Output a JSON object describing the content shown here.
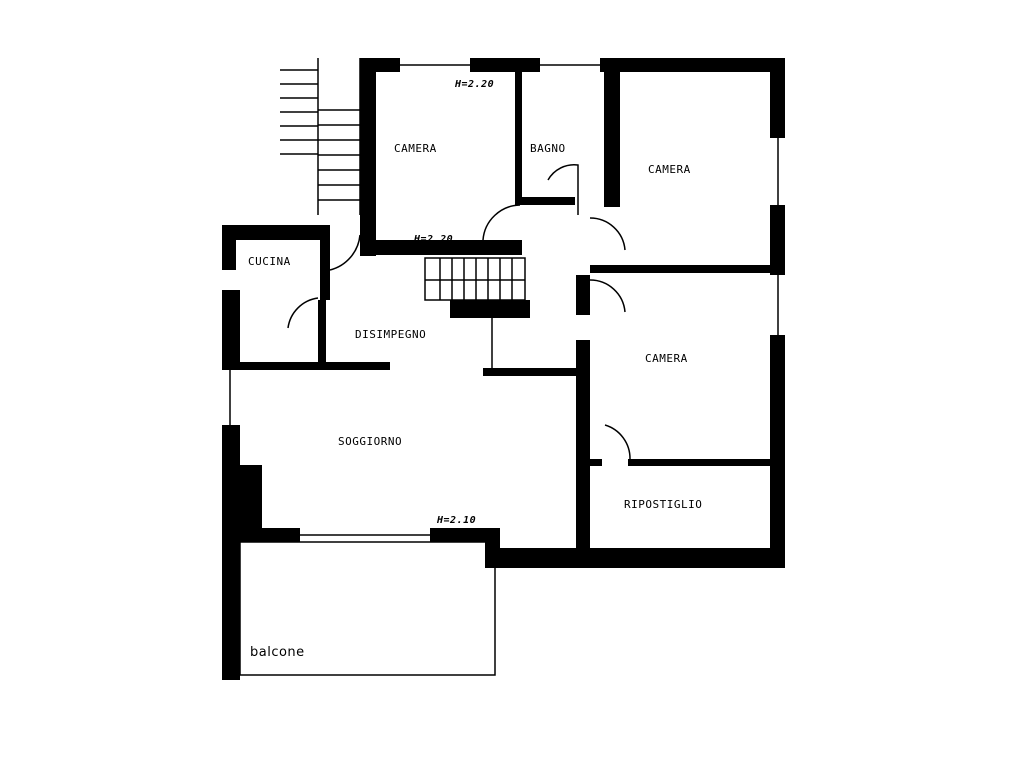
{
  "plan": {
    "rooms": {
      "camera_1": "CAMERA",
      "bagno": "BAGNO",
      "camera_2": "CAMERA",
      "cucina": "CUCINA",
      "disimpegno": "DISIMPEGNO",
      "camera_3": "CAMERA",
      "soggiorno": "SOGGIORNO",
      "ripostiglio": "RIPOSTIGLIO",
      "balcone": "balcone"
    },
    "heights": {
      "camera_top": "H=2.20",
      "camera_bottom": "H=2.20",
      "soggiorno": "H=2.10"
    },
    "wall_color": "#000000",
    "background_color": "#ffffff"
  }
}
